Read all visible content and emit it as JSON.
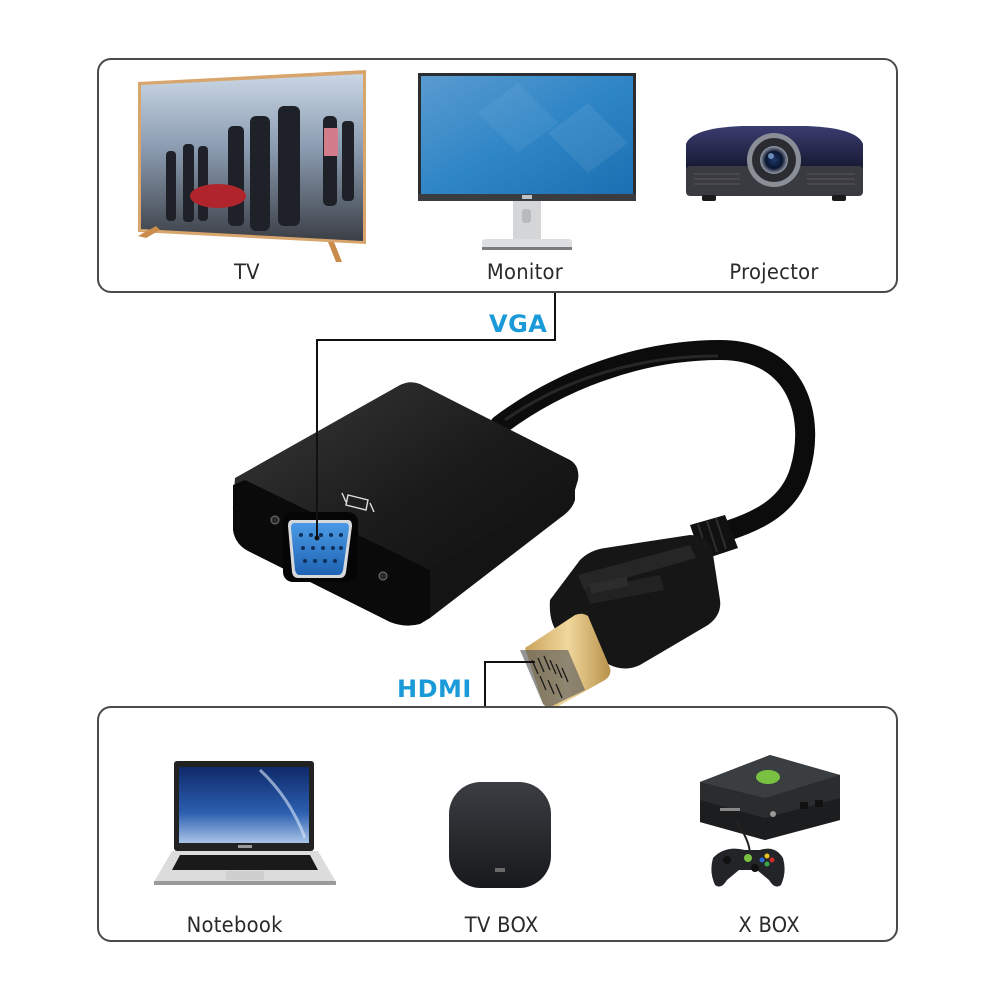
{
  "diagram": {
    "title_hint": "HDMI to VGA adapter compatibility diagram",
    "output_devices": [
      {
        "label": "TV",
        "icon": "tv-icon"
      },
      {
        "label": "Monitor",
        "icon": "monitor-icon"
      },
      {
        "label": "Projector",
        "icon": "projector-icon"
      }
    ],
    "input_devices": [
      {
        "label": "Notebook",
        "icon": "laptop-icon"
      },
      {
        "label": "TV BOX",
        "icon": "tv-box-icon"
      },
      {
        "label": "X BOX",
        "icon": "game-console-icon"
      }
    ],
    "ports": {
      "vga": "VGA",
      "hdmi": "HDMI"
    },
    "colors": {
      "port_label": "#1a9ad8",
      "frame_border": "#4a4a4a",
      "vga_port_blue": "#2f7fd0",
      "hdmi_gold": "#d8b56a",
      "adapter_body": "#111111",
      "xbox_green": "#7ac143"
    }
  }
}
